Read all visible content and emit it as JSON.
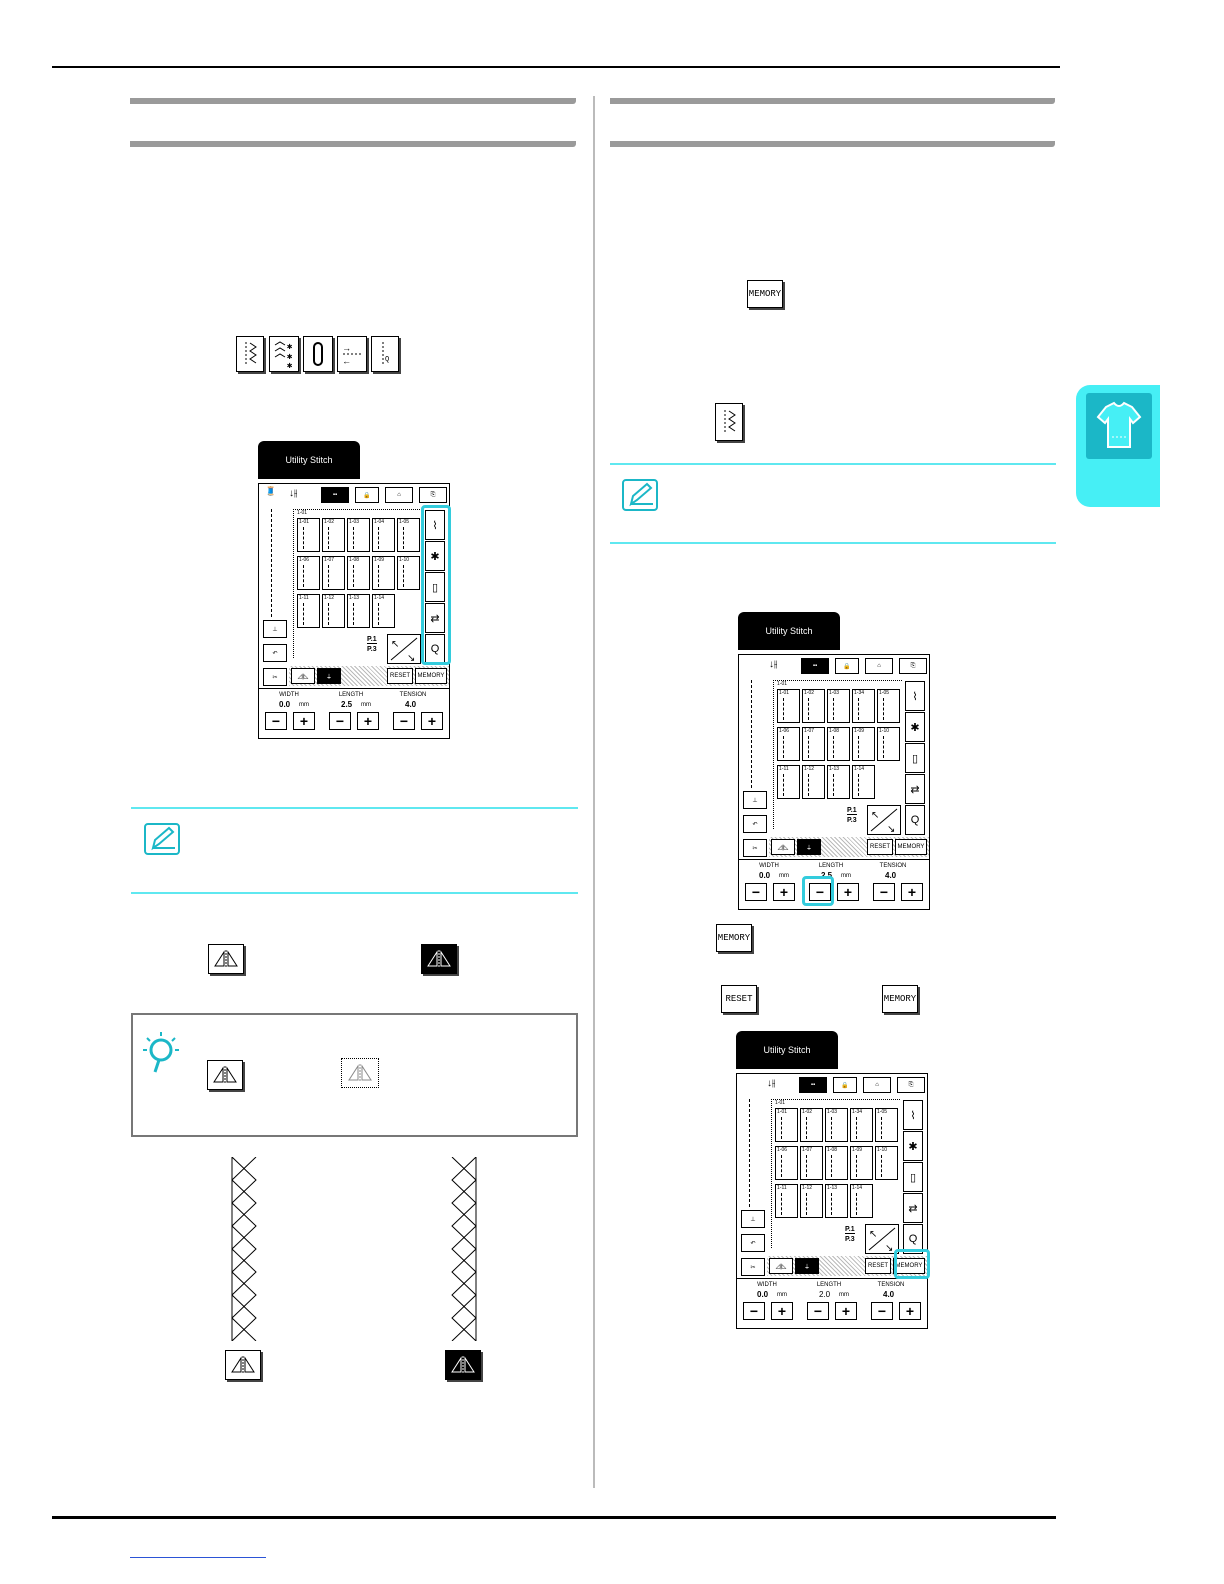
{
  "screen_tab_label": "Utility Stitch",
  "memory_label": "MEMORY",
  "reset_label": "RESET",
  "width_label": "WIDTH",
  "length_label": "LENGTH",
  "tension_label": "TENSION",
  "width_value": "0.0",
  "length_value": "2.5",
  "length_value_after": "2.0",
  "tension_value": "4.0",
  "unit_mm": "mm",
  "page_top": "P.1",
  "page_bottom": "P.3",
  "pattern_header": "1-01",
  "pattern_codes": [
    "1-01",
    "1-02",
    "1-03",
    "1-04",
    "1-05",
    "1-06",
    "1-07",
    "1-08",
    "1-09",
    "1-10",
    "1-11",
    "1-12",
    "1-13",
    "1-14"
  ],
  "pattern_codes_variant": [
    "1-01",
    "1-02",
    "1-03",
    "1-34",
    "1-05",
    "1-06",
    "1-07",
    "1-08",
    "1-09",
    "1-10",
    "1-11",
    "1-12",
    "1-13",
    "1-14"
  ],
  "colors": {
    "accent": "#46eff5",
    "highlight": "#33ccdd",
    "rule": "#5fe8f0",
    "bar": "#9a9a9a"
  },
  "icons": [
    "memory-key-icon",
    "reset-key-icon",
    "mirror-key-icon",
    "mirror-key-active-icon",
    "note-pencil-icon",
    "tip-bulb-icon",
    "shirt-icon",
    "stitch-category-icons",
    "cross-stitch-pattern"
  ]
}
